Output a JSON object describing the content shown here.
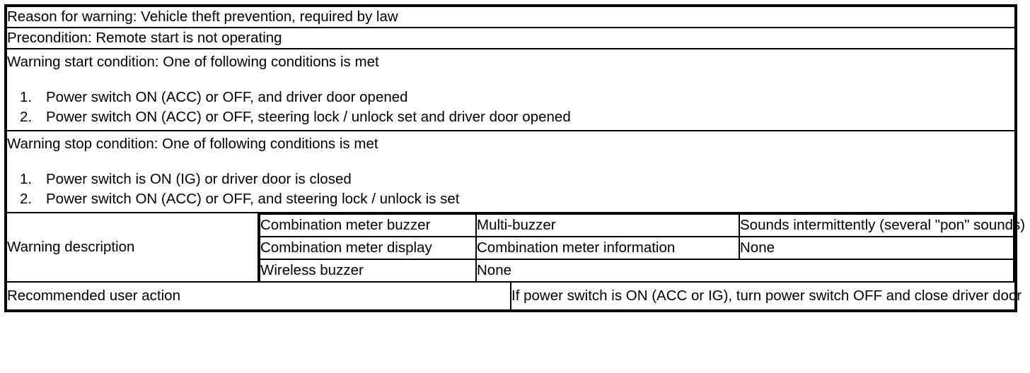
{
  "table": {
    "reason": {
      "text": "Reason for warning: Vehicle theft prevention, required by law"
    },
    "precondition": {
      "text": "Precondition: Remote start is not operating"
    },
    "start_condition": {
      "heading": "Warning start condition: One of following conditions is met",
      "items": [
        {
          "num": "1.",
          "text": "Power switch ON (ACC) or OFF, and driver door opened"
        },
        {
          "num": "2.",
          "text": "Power switch ON (ACC) or OFF, steering lock / unlock set and driver door opened"
        }
      ]
    },
    "stop_condition": {
      "heading": "Warning stop condition: One of following conditions is met",
      "items": [
        {
          "num": "1.",
          "text": "Power switch is ON (IG) or driver door is closed"
        },
        {
          "num": "2.",
          "text": "Power switch ON (ACC) or OFF, and steering lock / unlock is set"
        }
      ]
    },
    "warning_description": {
      "label": "Warning description",
      "rows": [
        {
          "device": "Combination meter buzzer",
          "source": "Multi-buzzer",
          "detail": "Sounds intermittently (several \"pon\" sounds)"
        },
        {
          "device": "Combination meter display",
          "source": "Combination meter information",
          "detail": "None"
        },
        {
          "device": "Wireless buzzer",
          "source": "None",
          "detail": ""
        }
      ]
    },
    "recommended_action": {
      "label": "Recommended user action",
      "value": "If power switch is ON (ACC or IG), turn power switch OFF and close driver door"
    }
  }
}
